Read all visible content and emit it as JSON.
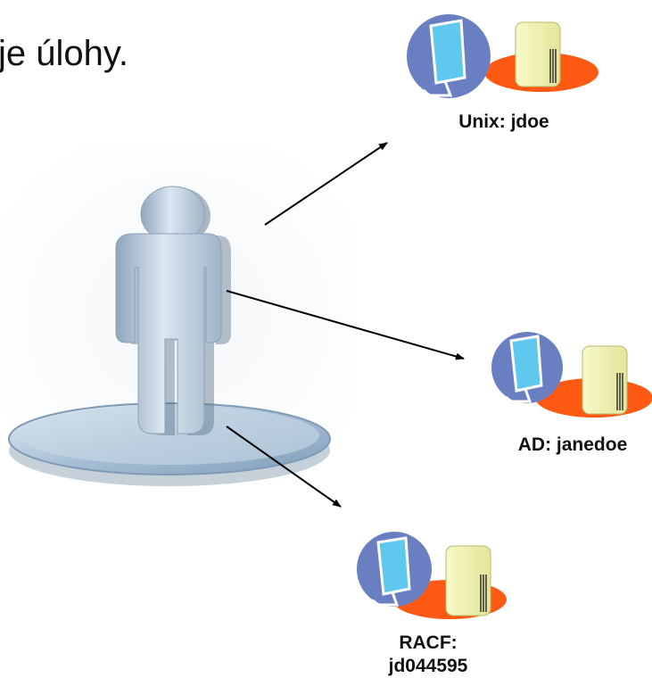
{
  "heading_fragment": "je úlohy.",
  "person": {
    "icon": "person-on-pedestal-icon"
  },
  "systems": [
    {
      "id": "unix",
      "label": "Unix: jdoe",
      "icon": "workstation-server-icon"
    },
    {
      "id": "ad",
      "label": "AD: janedoe",
      "icon": "workstation-server-icon"
    },
    {
      "id": "racf",
      "label_line1": "RACF:",
      "label_line2": "jd044595",
      "icon": "workstation-server-icon"
    }
  ],
  "colors": {
    "monitor_circle": "#6a7fc2",
    "monitor_screen": "#5fc8ef",
    "server_box": "#f3f5b5",
    "server_base": "#ff5a14",
    "figure": "#b8c9d9",
    "pedestal": "#9fb9cf",
    "arrow": "#000000"
  }
}
